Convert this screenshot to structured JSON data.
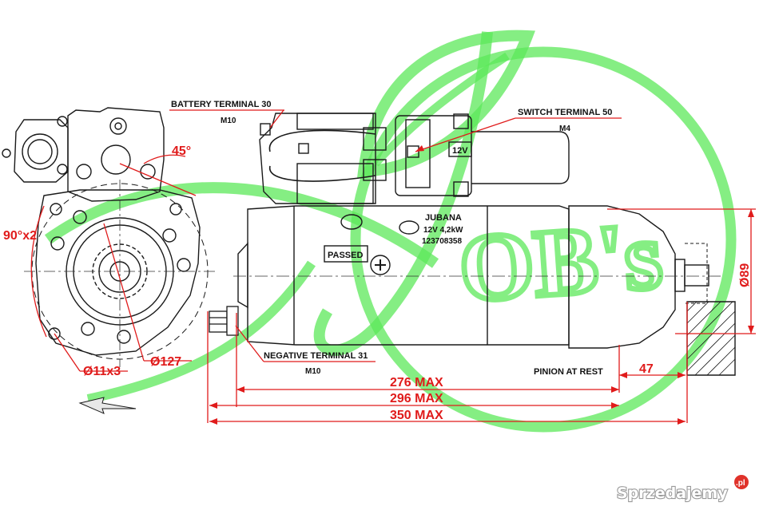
{
  "labels": {
    "battery_terminal": "BATTERY TERMINAL 30",
    "battery_terminal_size": "M10",
    "switch_terminal": "SWITCH TERMINAL 50",
    "switch_terminal_size": "M4",
    "negative_terminal": "NEGATIVE TERMINAL 31",
    "negative_terminal_size": "M10",
    "pinion_at_rest": "PINION AT REST",
    "voltage_tag": "12V",
    "passed_tag": "PASSED"
  },
  "nameplate": {
    "brand": "JUBANA",
    "rating": "12V 4,2kW",
    "part_number": "123708358"
  },
  "dimensions": {
    "angle_45": "45°",
    "angle_90x2": "90°x2",
    "holes": "Ø11x3",
    "flange_dia": "Ø127",
    "pinion_dia": "Ø89",
    "pinion_len": "47",
    "len_276": "276 MAX",
    "len_296": "296 MAX",
    "len_350": "350 MAX"
  },
  "watermark": {
    "site": "Sprzedajemy",
    "domain_suffix": ".pl",
    "logo_text": "OB's"
  },
  "colors": {
    "dimension": "#e01b1b",
    "drawing": "#1a1a1a",
    "logo_green": "#3ee23a",
    "watermark_gray": "#9a9a9a"
  }
}
